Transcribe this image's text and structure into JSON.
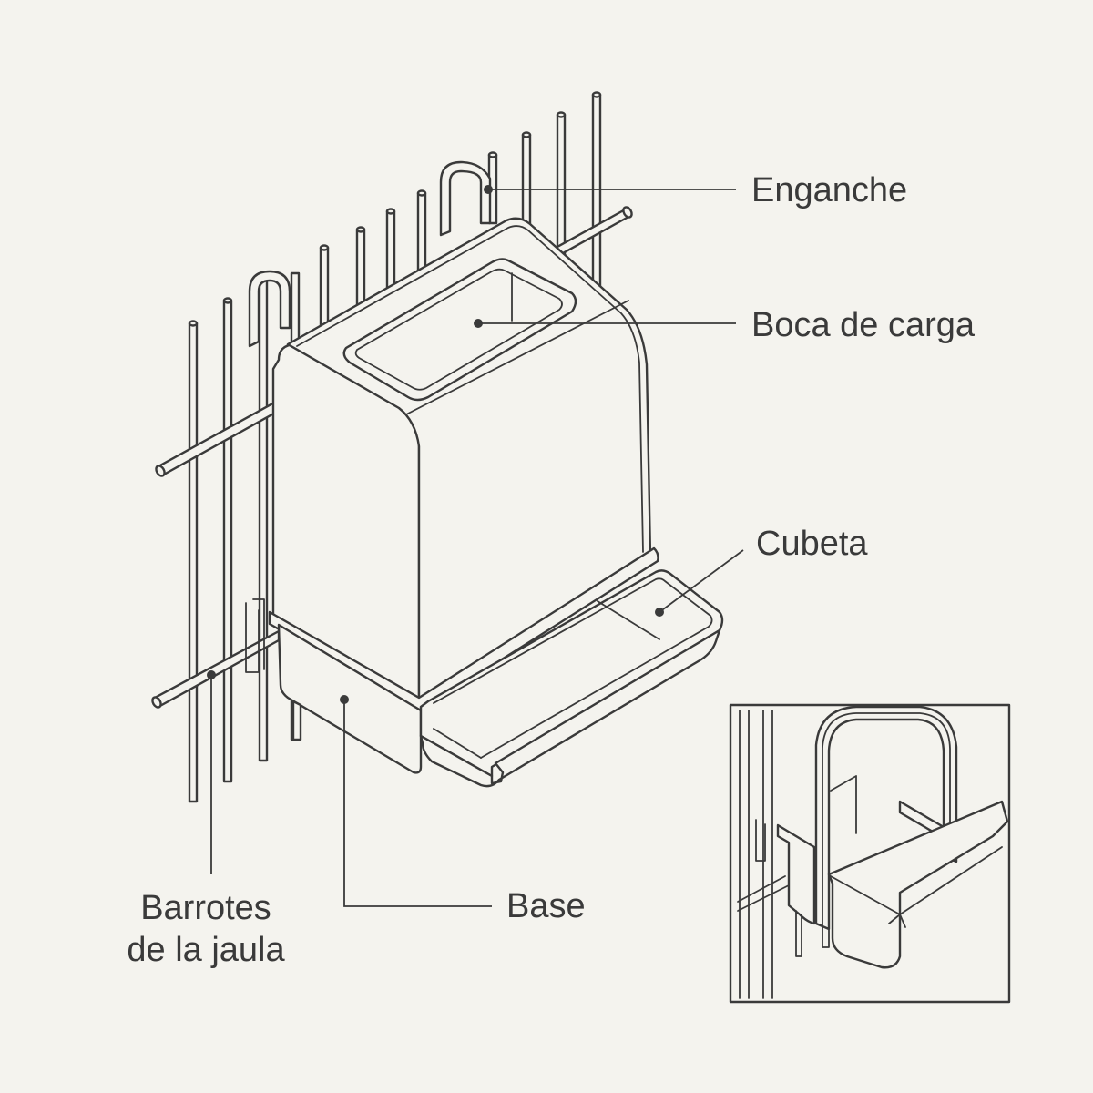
{
  "labels": {
    "hook": "Enganche",
    "fill_mouth": "Boca de carga",
    "tray": "Cubeta",
    "base": "Base",
    "bars_line1": "Barrotes",
    "bars_line2": "de la jaula"
  },
  "colors": {
    "background": "#f4f3ee",
    "stroke": "#3a3a3a",
    "fill": "#f4f3ee"
  }
}
